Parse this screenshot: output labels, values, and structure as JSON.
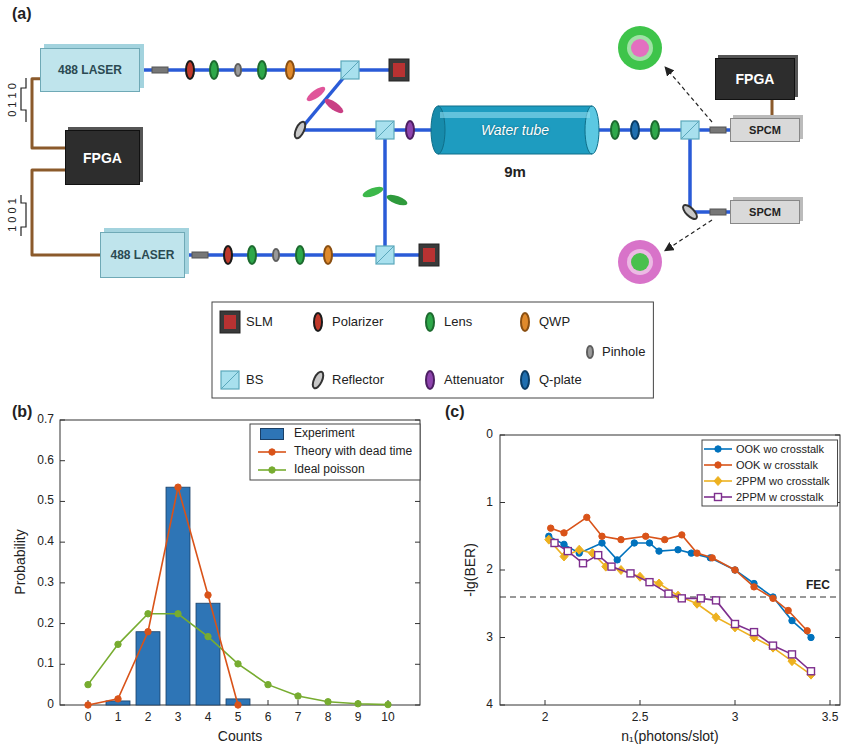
{
  "diagram": {
    "nodes": [
      {
        "text": [
          "488 LASER"
        ]
      },
      {
        "text": [
          "FPGA"
        ]
      },
      {
        "text": [
          "488 LASER"
        ]
      },
      {
        "text": [
          "Water tube"
        ]
      },
      {
        "text": [
          "FPGA"
        ]
      },
      {
        "text": [
          "SPCM"
        ]
      },
      {
        "text": [
          "SPCM"
        ]
      }
    ],
    "edges": [
      {
        "from": 1,
        "to": 0,
        "arrow": "none"
      },
      {
        "from": 1,
        "to": 2,
        "arrow": "none"
      },
      {
        "from": 4,
        "to": 5,
        "arrow": "none"
      }
    ],
    "labels": [
      "(a)",
      "0 1 1 0",
      "1 0 0 1",
      "9m",
      "(b)",
      "Probability",
      "Counts",
      "0",
      "0.1",
      "0.2",
      "0.3",
      "0.4",
      "0.5",
      "0.6",
      "0.7",
      "0",
      "1",
      "2",
      "3",
      "4",
      "5",
      "6",
      "7",
      "8",
      "9",
      "10",
      "(c)",
      "-lg(BER)",
      "n₁(photons/slot)",
      "0",
      "1",
      "2",
      "3",
      "4",
      "2",
      "2.5",
      "3",
      "3.5",
      "FEC"
    ],
    "legend": [
      {
        "text": "SLM"
      },
      {
        "text": "Polarizer"
      },
      {
        "text": "Lens"
      },
      {
        "text": "QWP"
      },
      {
        "text": "Pinhole"
      },
      {
        "text": "BS"
      },
      {
        "text": "Reflector"
      },
      {
        "text": "Attenuator"
      },
      {
        "text": "Q-plate"
      },
      {
        "text": "Experiment",
        "color": "#2e75b6"
      },
      {
        "text": "Theory with dead time"
      },
      {
        "text": "Ideal poisson"
      },
      {
        "text": "OOK wo crosstalk"
      },
      {
        "text": "OOK w crosstalk"
      },
      {
        "text": "2PPM wo crosstalk"
      },
      {
        "text": "2PPM w crosstalk"
      }
    ]
  }
}
